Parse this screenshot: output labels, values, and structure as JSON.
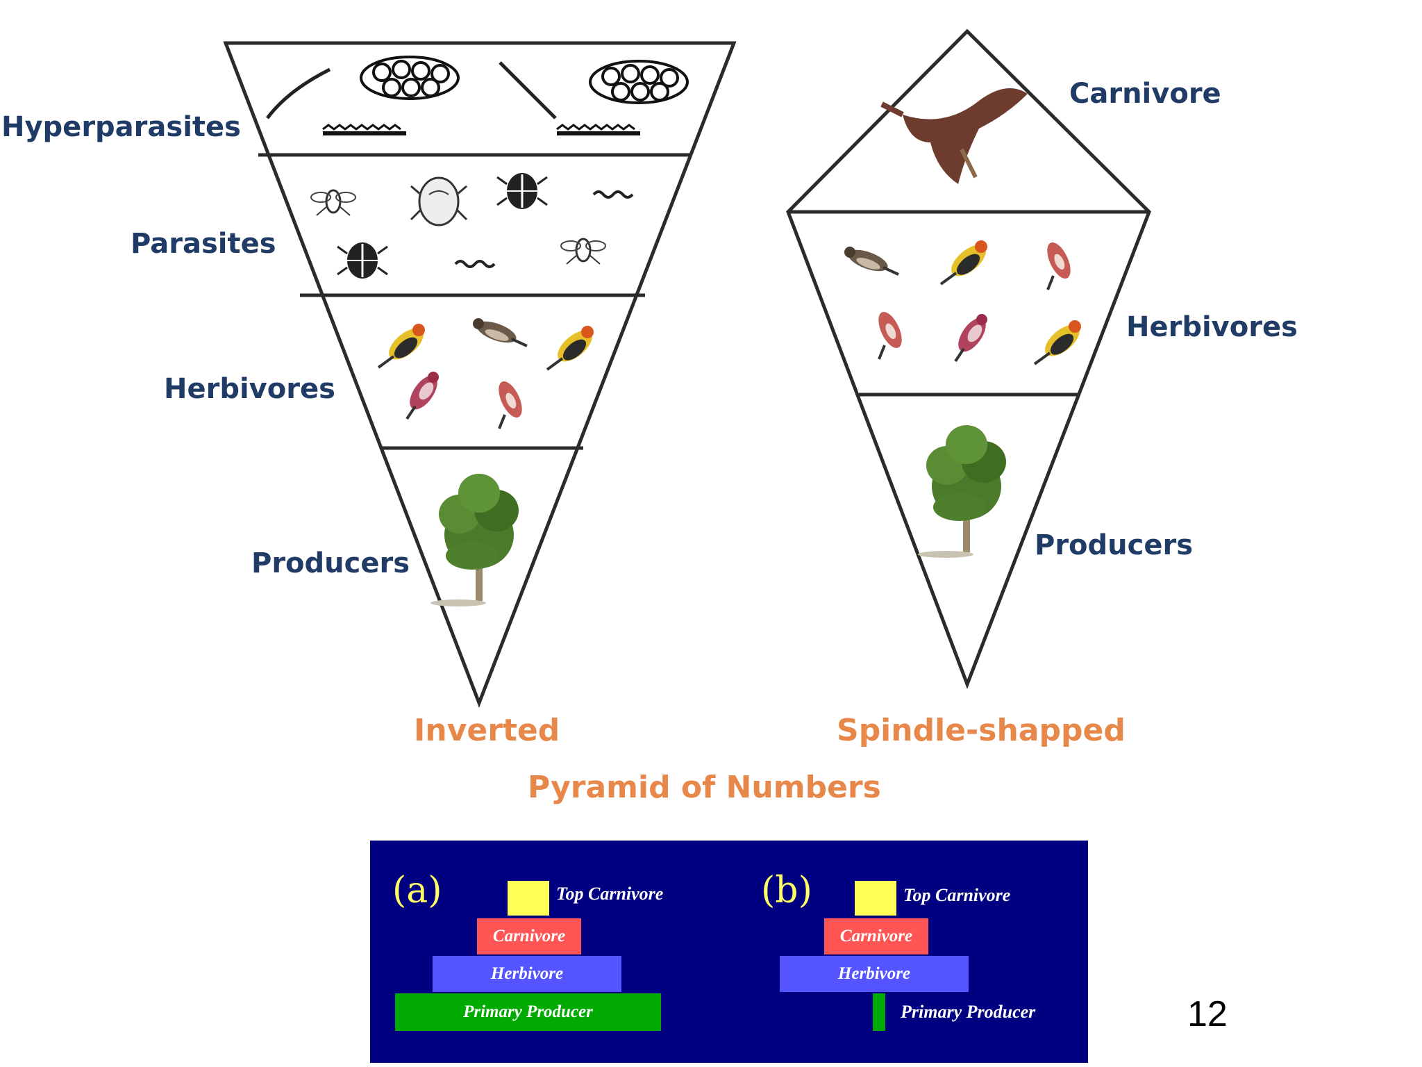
{
  "inverted_pyramid": {
    "levels": [
      "Hyperparasites",
      "Parasites",
      "Herbivores",
      "Producers"
    ],
    "caption": "Inverted"
  },
  "spindle_pyramid": {
    "levels": [
      "Carnivore",
      "Herbivores",
      "Producers"
    ],
    "caption": "Spindle-shapped"
  },
  "main_title": "Pyramid of Numbers",
  "panel": {
    "a": {
      "letter": "(a)",
      "top_carnivore": "Top Carnivore",
      "carnivore": "Carnivore",
      "herbivore": "Herbivore",
      "primary_producer": "Primary Producer"
    },
    "b": {
      "letter": "(b)",
      "top_carnivore": "Top Carnivore",
      "carnivore": "Carnivore",
      "herbivore": "Herbivore",
      "primary_producer": "Primary Producer"
    },
    "colors": {
      "background": "#000080",
      "top_carnivore": "#ffff55",
      "carnivore": "#ff5555",
      "herbivore": "#5555ff",
      "primary_producer": "#00aa00"
    }
  },
  "page_number": "12"
}
